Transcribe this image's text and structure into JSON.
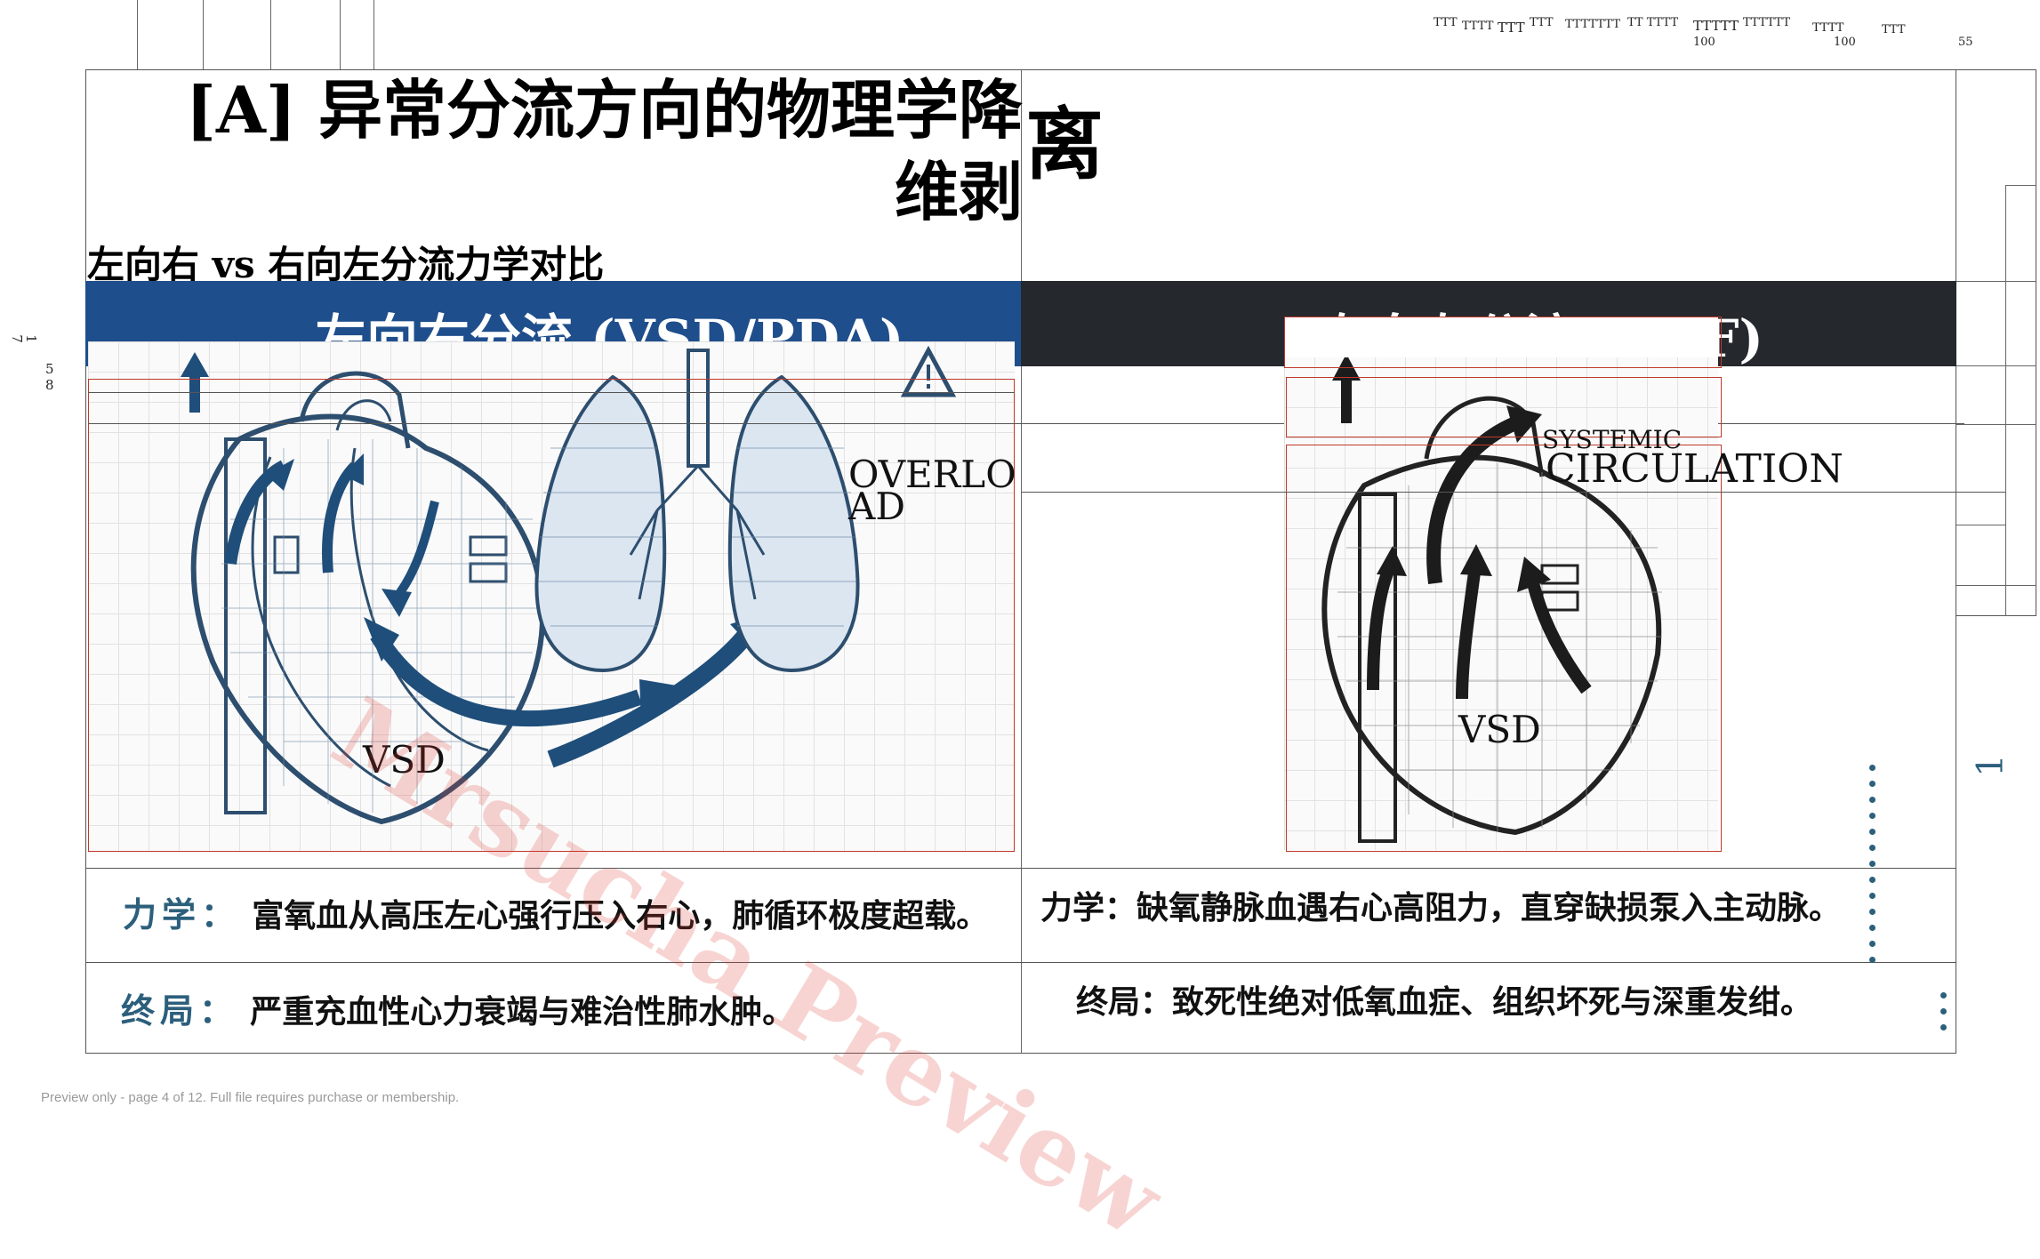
{
  "title": {
    "main": "[A] 异常分流方向的物理学降维剥",
    "continued": "离"
  },
  "subtitle": "左向右 vs 右向左分流力学对比",
  "left_panel": {
    "header": "左向右分流 (VSD/PDA)",
    "overload_label": "OVERLOAD",
    "vsd_label": "VSD",
    "warning_icon": "warning-triangle-icon"
  },
  "right_panel": {
    "header": "右向左分流 (TOF)",
    "systemic_label": "SYSTEMIC",
    "circulation_label": "CIRCULATION",
    "vsd_label": "VSD"
  },
  "rows": {
    "mechanics": {
      "left_key": "力学：",
      "left_text": "富氧血从高压左心强行压入右心，肺循环极度超载。",
      "right_text": "力学：缺氧静脉血遇右心高阻力，直穿缺损泵入主动脉。"
    },
    "outcome": {
      "left_key": "终局：",
      "left_text": "严重充血性心力衰竭与难治性肺水肿。",
      "right_text": "终局：致死性绝对低氧血症、组织坏死与深重发绀。"
    }
  },
  "watermark": "Mrsucha Preview",
  "footer": "Preview only - page 4 of 12. Full file requires purchase or membership.",
  "ruler": {
    "ticks": [
      "TTT",
      "TTTT",
      "TTT",
      "TTT",
      "TTTTTTT",
      "TT TTTT",
      "TTTTT",
      "TTTTTT",
      "TTTT",
      "TTT"
    ],
    "numbers": [
      "100",
      "100",
      "55"
    ]
  },
  "side_numbers": [
    "1",
    "7",
    "5",
    "8"
  ],
  "page_marker": "1",
  "colors": {
    "left_banner": "#1f4e8c",
    "right_banner": "#25292d",
    "accent": "#2c5f7c",
    "watermark": "#dc3c32"
  }
}
